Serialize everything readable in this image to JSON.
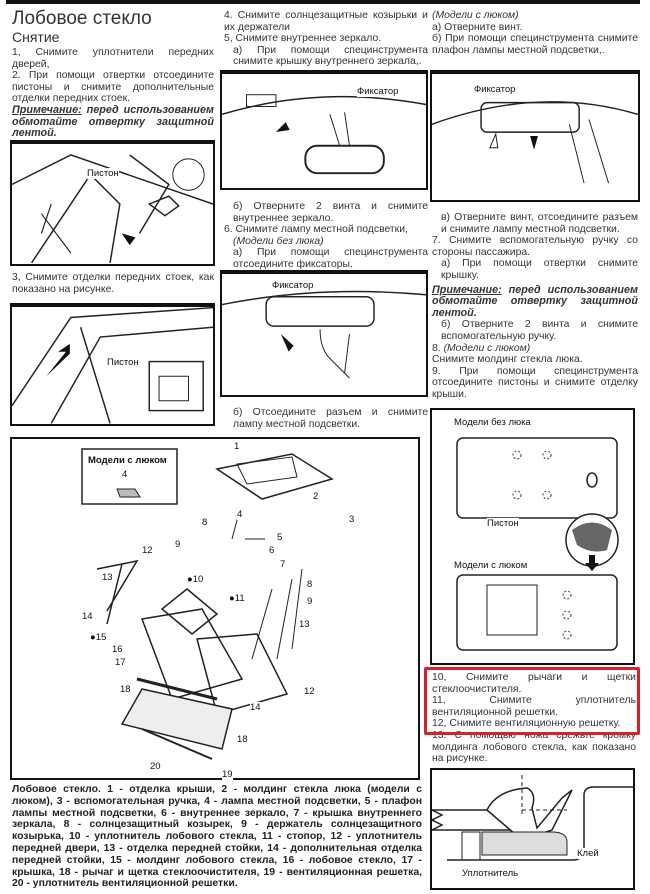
{
  "title": "Лобовое стекло",
  "subtitle": "Снятие",
  "col1": {
    "step1": "1, Снимите уплотнители передних дверей,",
    "step2": "2. При помощи отвертки отсоедините пистоны и снимите дополнительные отделки передних стоек.",
    "note_label": "Примечание:",
    "note_text": " перед использованием обмотайте отвертку защитной лентой.",
    "fig1_label": "Пистон",
    "step3": "3, Снимите отделки передних стоек, как показано на рисунке.",
    "fig2_label": "Пистон"
  },
  "col2": {
    "step4": "4. Снимите солнцезащитные козырьки и их держатели",
    "step5": "5, Снимите внутреннее зеркало.",
    "step5a": "а) При помощи специнструмента снимите крышку внутреннего зеркала,.",
    "fig1_label": "Фиксатор",
    "step5b": "б) Отверните 2 винта и снимите внутреннее зеркало.",
    "step6": "6. Снимите лампу местной подсветки,",
    "step6_models": "(Модели без люка)",
    "step6a": "а) При помощи специнструмента отсоедините фиксаторы.",
    "fig2_label": "Фиксатор",
    "step6b": "б) Отсоедините разъем и снимите лампу местной подсветки."
  },
  "col3": {
    "models": "(Модели с люком)",
    "a": "а) Отверните винт.",
    "b": "б) При помощи специнструмента снимите плафон лампы местной подсветки,.",
    "fig1_label": "Фиксатор",
    "v": "в) Отверните винт, отсоедините разъем и снимите лампу местной подсветки.",
    "step7": "7. Снимите вспомогательную ручку со стороны пассажира.",
    "step7a": "а) При помощи отвертки снимите крышку.",
    "note_label": "Примечание:",
    "note_text": " перед использованием обмотайте отвертку защитной лентой.",
    "step7b": "б) Отверните 2 винта и снимите вспомогательную ручку.",
    "step8_num": "8.",
    "step8_models": "(Модели с люком)",
    "step8": "Снимите молдинг стекла люка.",
    "step9": "9. При помощи специнструмента отсоедините пистоны и снимите отделку крыши.",
    "fig2": {
      "label_no_sunroof": "Модели без люка",
      "label_piston": "Пистон",
      "label_sunroof": "Модели с люком"
    },
    "step10": "10, Снимите рычаги и щетки стеклоочистителя.",
    "step11": "11, Снимите уплотнитель вентиляционной решетки.",
    "step12": "12, Снимите вентиляционную решетку.",
    "step13": "13. С помощью ножа срежьте кромку молдинга лобового стекла, как показано на рисунке.",
    "fig3": {
      "label_glue": "Клей",
      "label_seal": "Уплотнитель"
    }
  },
  "diagram": {
    "inset_title": "Модели с люком",
    "inset_num": "4",
    "callouts": [
      "1",
      "2",
      "3",
      "4",
      "5",
      "6",
      "7",
      "8",
      "9",
      "●10",
      "●11",
      "12",
      "13",
      "14",
      "●15",
      "16",
      "17",
      "18",
      "19",
      "20",
      "8",
      "9",
      "12",
      "13",
      "14",
      "18"
    ]
  },
  "caption": "Лобовое стекло. 1 - отделка крыши, 2 - молдинг стекла люка (модели с люком), 3 - вспомогательная ручка, 4 - лампа местной подсветки, 5 - плафон лампы местной подсветки, 6 - внутреннее зеркало, 7 - крышка внутреннего зеркала, 8 - солнцезащитный козырек, 9 - держатель солнцезащитного козырька, 10 - уплотнитель лобового стекла, 11 - стопор, 12 - уплотнитель передней двери, 13 - отделка передней стойки, 14 - дополнительная отделка передней стойки, 15 - молдинг лобового стекла, 16 - лобовое стекло, 17 - крышка, 18 - рычаг и щетка стеклоочистителя, 19 - вентиляционная решетка, 20 - уплотнитель вентиляционной решетки.",
  "colors": {
    "highlight": "#d8212b"
  }
}
